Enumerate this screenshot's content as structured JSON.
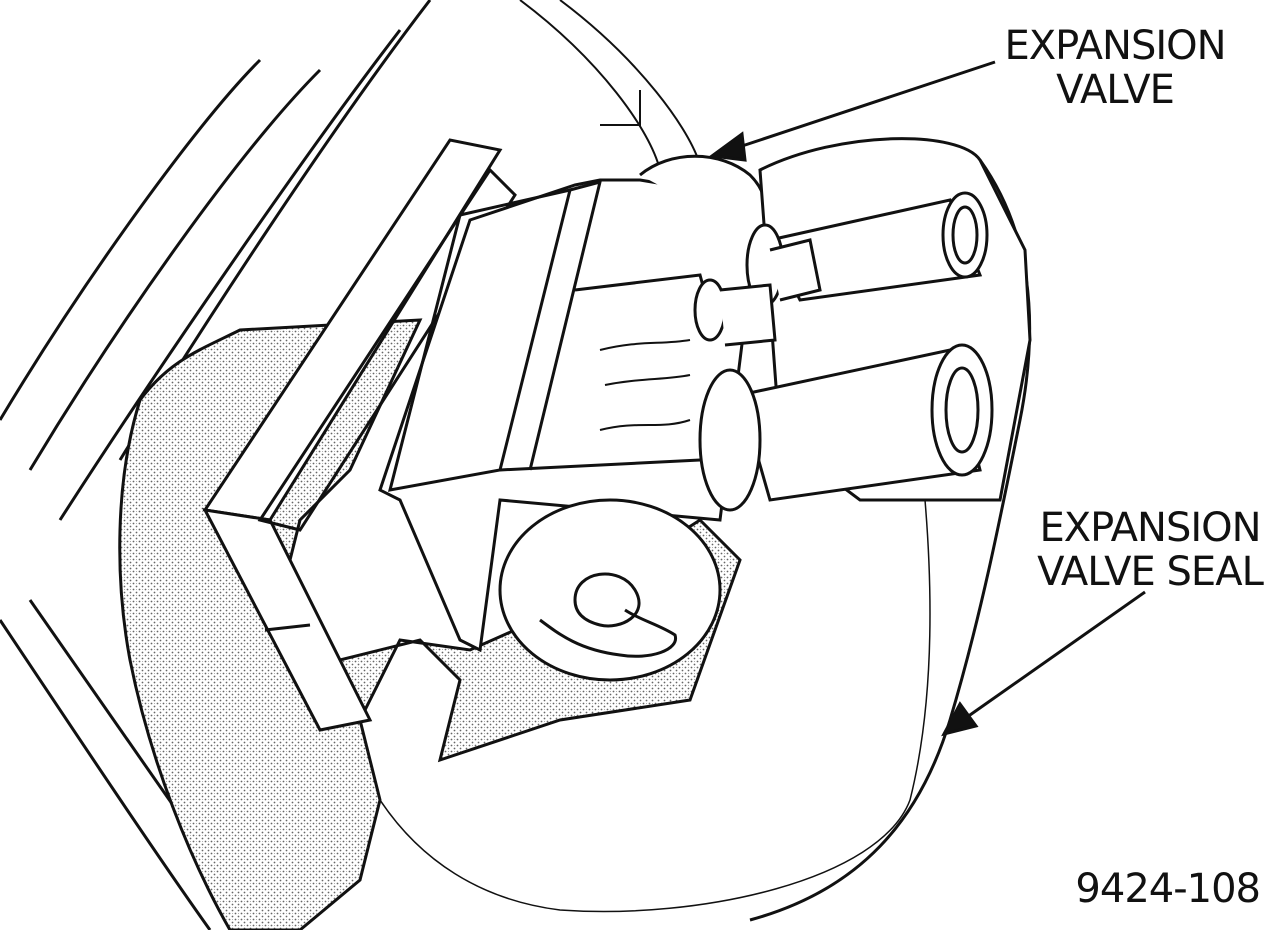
{
  "labels": {
    "expansion_valve": [
      "EXPANSION",
      "VALVE"
    ],
    "expansion_valve_seal": [
      "EXPANSION",
      "VALVE SEAL"
    ]
  },
  "figure_id": "9424-108",
  "colors": {
    "ink": "#111111",
    "stipple": "#9a9a9a",
    "background": "#ffffff"
  }
}
